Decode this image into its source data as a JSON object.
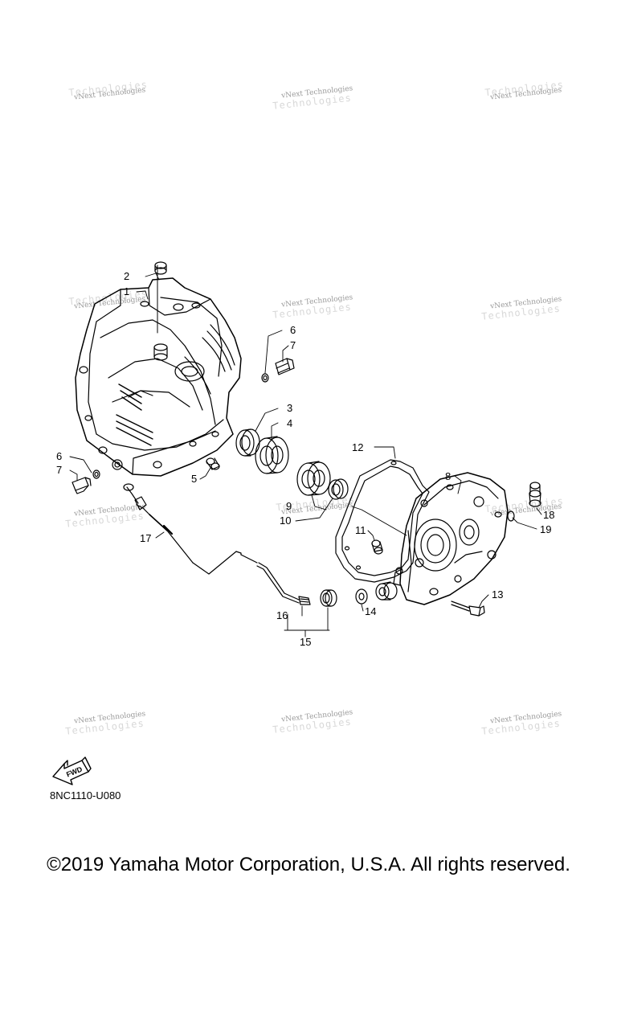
{
  "watermark": {
    "text": "vNext Technologies",
    "ghost": "Technologies"
  },
  "callouts": [
    "1",
    "2",
    "3",
    "4",
    "5",
    "6",
    "7",
    "8",
    "9",
    "10",
    "11",
    "12",
    "13",
    "14",
    "15",
    "16",
    "17",
    "18",
    "19"
  ],
  "fwd_label": "FWD",
  "diagram_code": "8NC1110-U080",
  "copyright": "©2019 Yamaha Motor Corporation, U.S.A. All rights reserved."
}
